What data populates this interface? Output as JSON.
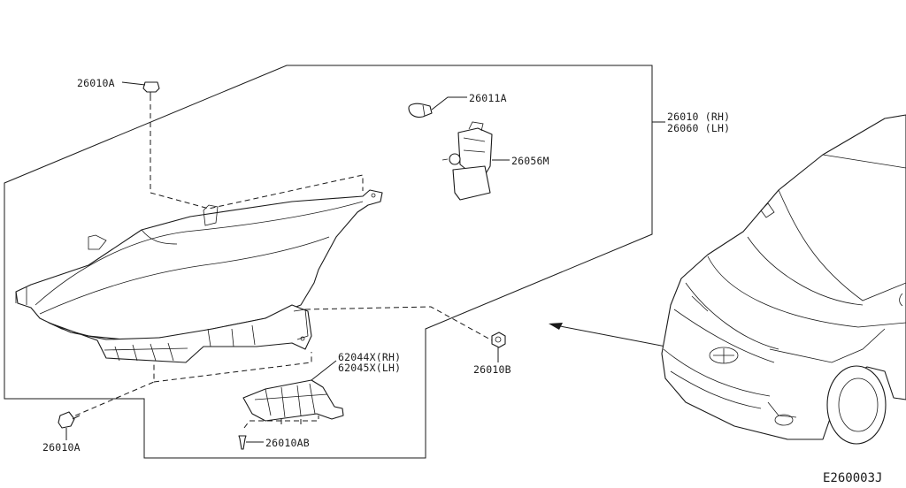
{
  "diagram": {
    "part_labels": {
      "bolt_top": "26010A",
      "bulb": "26011A",
      "assembly_rh": "26010 (RH)",
      "assembly_lh": "26060 (LH)",
      "actuator": "26056M",
      "bracket_rh": "62044X(RH)",
      "bracket_lh": "62045X(LH)",
      "nut_right": "26010B",
      "bolt_bottom": "26010A",
      "screw": "26010AB"
    },
    "drawing_code": "E260003J"
  }
}
